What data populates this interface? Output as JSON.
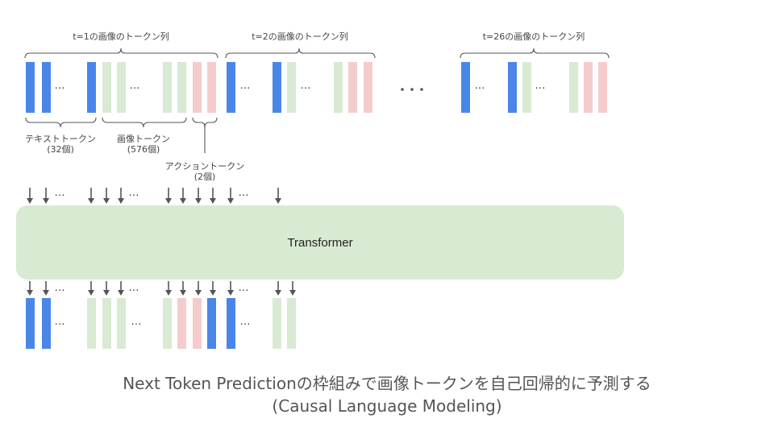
{
  "groups": [
    {
      "label": "t=1の画像のトークン列"
    },
    {
      "label": "t=2の画像のトークン列"
    },
    {
      "label": "t=26の画像のトークン列"
    }
  ],
  "brace_labels": {
    "text_tokens": "テキストトークン",
    "text_count": "(32個)",
    "image_tokens": "画像トークン",
    "image_count": "(576個)",
    "action_tokens": "アクショントークン",
    "action_count": "(2個)"
  },
  "ellipsis": "…",
  "big_ellipsis": "…",
  "transformer_label": "Transformer",
  "caption_line1": "Next Token Predictionの枠組みで画像トークンを自己回帰的に予測する",
  "caption_line2": "(Causal Language Modeling)",
  "colors": {
    "text_token": "#4a86e8",
    "image_token": "#d9ead3",
    "action_token": "#f4cccc"
  }
}
